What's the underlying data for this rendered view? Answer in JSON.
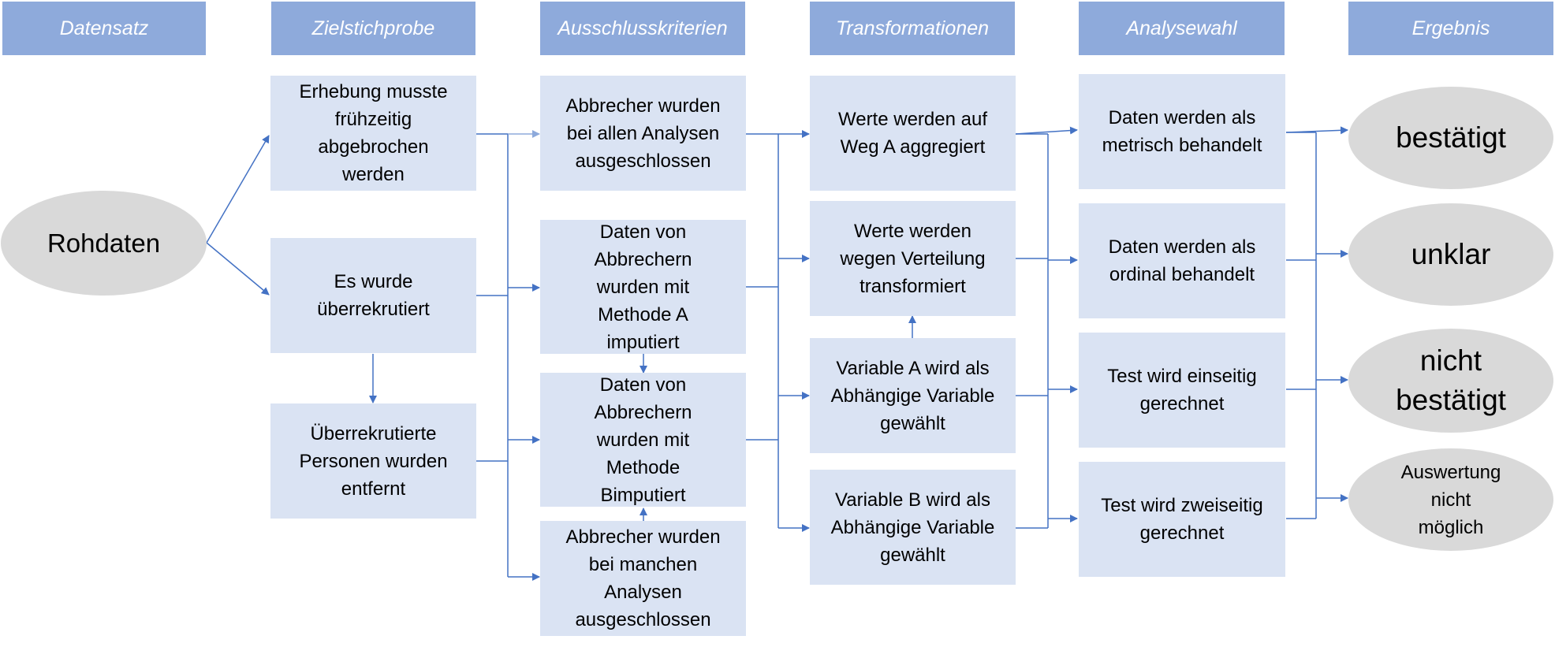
{
  "headers": [
    "Datensatz",
    "Zielstichprobe",
    "Ausschlusskriterien",
    "Transformationen",
    "Analysewahl",
    "Ergebnis"
  ],
  "source": "Rohdaten",
  "zielstichprobe": [
    "Erhebung musste\nfrühzeitig\nabgebrochen\nwerden",
    "Es wurde\nüberrekrutiert",
    "Überrekrutierte\nPersonen wurden\nentfernt"
  ],
  "ausschluss": [
    "Abbrecher wurden\nbei allen Analysen\nausgeschlossen",
    "Daten von\nAbbrechern\nwurden mit\nMethode A\nimputiert",
    "Daten von\nAbbrechern\nwurden mit\nMethode\nBimputiert",
    "Abbrecher wurden\nbei manchen\nAnalysen\nausgeschlossen"
  ],
  "transformationen": [
    "Werte werden auf\nWeg A aggregiert",
    "Werte werden\nwegen Verteilung\ntransformiert",
    "Variable A wird als\nAbhängige Variable\ngewählt",
    "Variable B wird als\nAbhängige Variable\ngewählt"
  ],
  "analysewahl": [
    "Daten werden als\nmetrisch behandelt",
    "Daten werden als\nordinal behandelt",
    "Test wird einseitig\ngerechnet",
    "Test wird zweiseitig\ngerechnet"
  ],
  "ergebnis": [
    "bestätigt",
    "unklar",
    "nicht\nbestätigt",
    "Auswertung\nnicht\nmöglich"
  ],
  "colors": {
    "header": "#8eaadb",
    "box": "#dae3f3",
    "ellipse": "#d9d9d9",
    "arrow": "#4472c4",
    "arrow_faint": "#8eaadb"
  }
}
